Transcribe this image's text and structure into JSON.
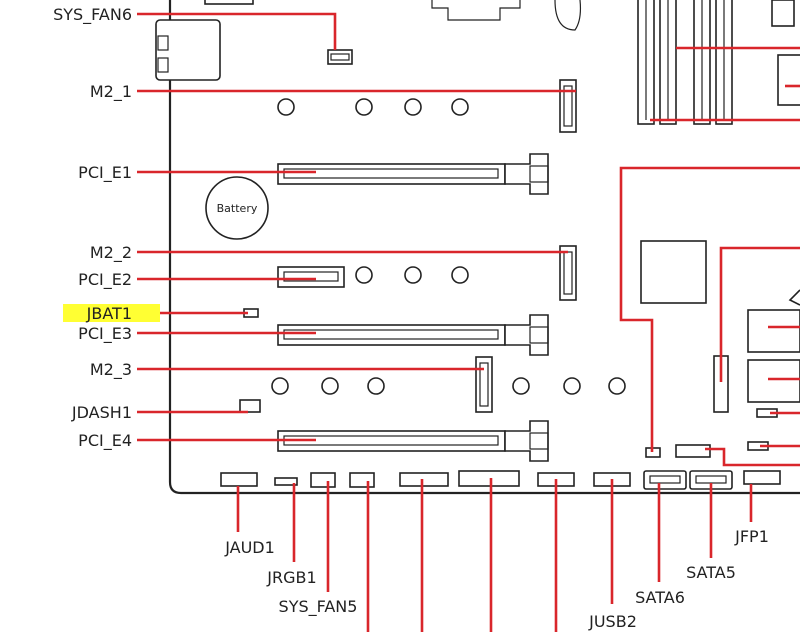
{
  "labels_left": {
    "sys_fan6": "SYS_FAN6",
    "m2_1": "M2_1",
    "pci_e1": "PCI_E1",
    "m2_2": "M2_2",
    "pci_e2": "PCI_E2",
    "jbat1": "JBAT1",
    "pci_e3": "PCI_E3",
    "m2_3": "M2_3",
    "jdash1": "JDASH1",
    "pci_e4": "PCI_E4"
  },
  "labels_bottom": {
    "jaud1": "JAUD1",
    "jrgb1": "JRGB1",
    "sys_fan5": "SYS_FAN5",
    "jusb2": "JUSB2",
    "sata6": "SATA6",
    "sata5": "SATA5",
    "jfp1": "JFP1"
  },
  "battery": "Battery",
  "highlight": {
    "label": "JBAT1",
    "color": "#ffff33"
  },
  "colors": {
    "leader": "#d9262b",
    "outline": "#222222"
  }
}
